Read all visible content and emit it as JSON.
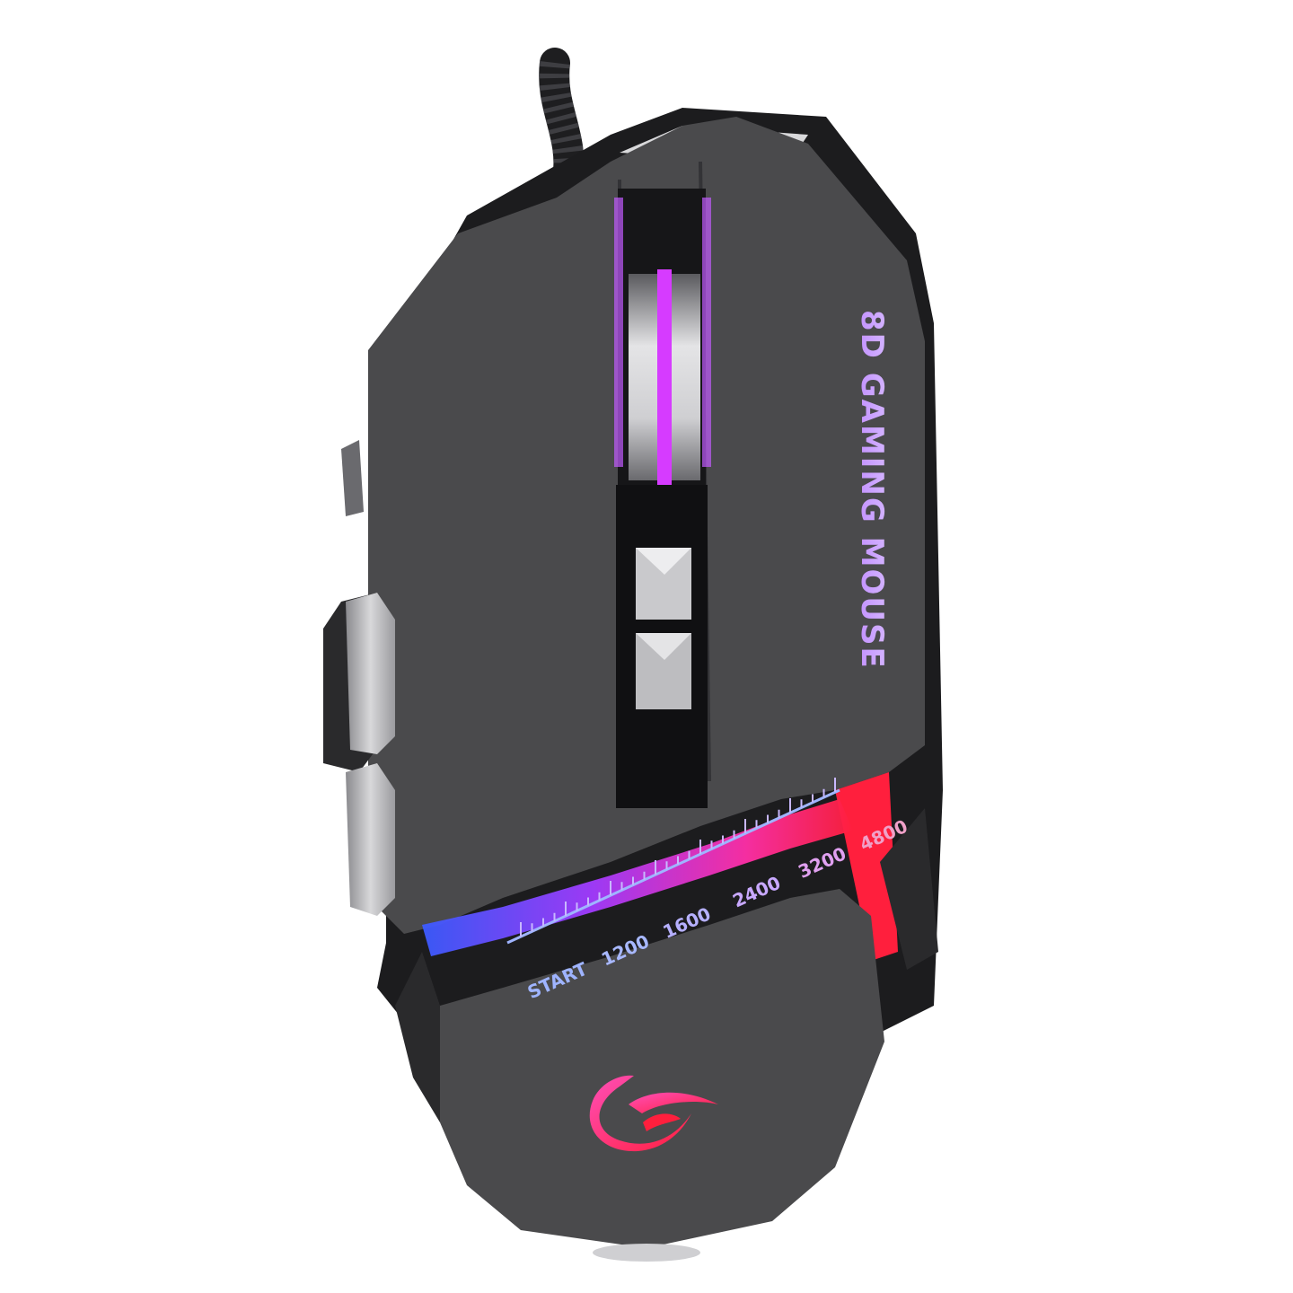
{
  "product": {
    "brand_text": "8D GAMING MOUSE",
    "dpi_start_label": "START",
    "dpi_levels": [
      "1200",
      "1600",
      "2400",
      "3200",
      "4800"
    ]
  },
  "colors": {
    "body": "#4a4a4c",
    "body_dark": "#2e2e30",
    "silver": "#b9b9bb",
    "chrome": "#1a1a1c",
    "accent_purple": "#d63bff",
    "accent_blue": "#3b5bff",
    "accent_red": "#ff1f3d"
  },
  "icons": {
    "logo": "swirl-logo-icon"
  }
}
